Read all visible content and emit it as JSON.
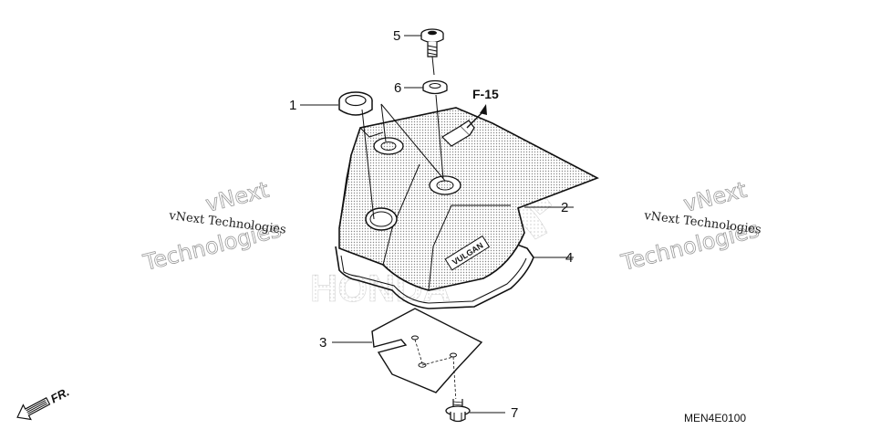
{
  "callouts": [
    {
      "num": "1"
    },
    {
      "num": "2"
    },
    {
      "num": "3"
    },
    {
      "num": "4"
    },
    {
      "num": "5"
    },
    {
      "num": "6"
    },
    {
      "num": "7"
    }
  ],
  "reference_label": "F-15",
  "front_label": "FR.",
  "diagram_code": "MEN4E0100",
  "cover_emblem": "VULGAN",
  "watermark": {
    "brand_big_1": "vNext",
    "brand_big_2": "Technologies",
    "brand_small": "vNext Technologies"
  },
  "background_brand": "HONDA"
}
